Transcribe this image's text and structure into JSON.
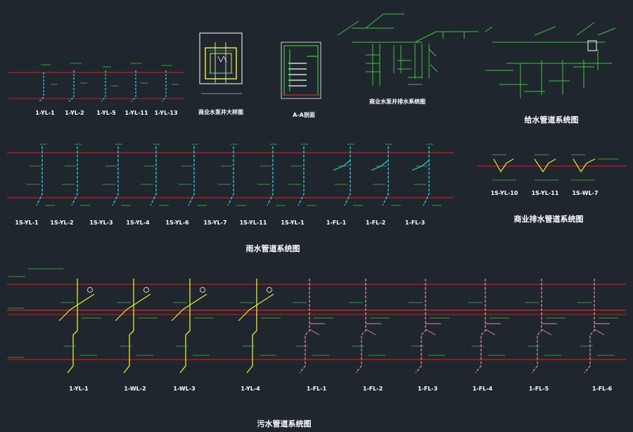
{
  "colors": {
    "background": "#1f262e",
    "level_line": "#c81e1e",
    "rain_pipe": "#2fd0e0",
    "drain_pipe": "#3cc63c",
    "sewer_pipe": "#e8e83a",
    "waste_pipe": "#e38aa8",
    "label": "#ffffff"
  },
  "drawings": {
    "row1_labels": [
      "1-YL-1",
      "1-YL-2",
      "1-YL-5",
      "1-YL-11",
      "1-YL-13"
    ],
    "pump_pit_title": "商业水泵井大样图",
    "section_title": "A-A剖面",
    "pump_pit_system_title": "商业水泵井排水系统图",
    "water_supply_title": "给水管道系统图",
    "row2_labels": [
      "1S-YL-1",
      "1S-YL-2",
      "1S-YL-3",
      "1S-YL-4",
      "1S-YL-6",
      "1S-YL-7",
      "1S-YL-11",
      "1S-YL-1",
      "1-FL-1",
      "1-FL-2",
      "1-FL-3"
    ],
    "rain_title": "雨水管道系统图",
    "commercial_labels": [
      "1S-YL-10",
      "1S-YL-11",
      "1S-WL-7"
    ],
    "commercial_title": "商业排水管道系统图",
    "row3_labels": [
      "1-YL-1",
      "1-WL-2",
      "1-WL-3",
      "1-YL-4",
      "1-FL-1",
      "1-FL-2",
      "1-FL-3",
      "1-FL-4",
      "1-FL-5",
      "1-FL-6"
    ],
    "sewer_title": "污水管道系统图"
  }
}
